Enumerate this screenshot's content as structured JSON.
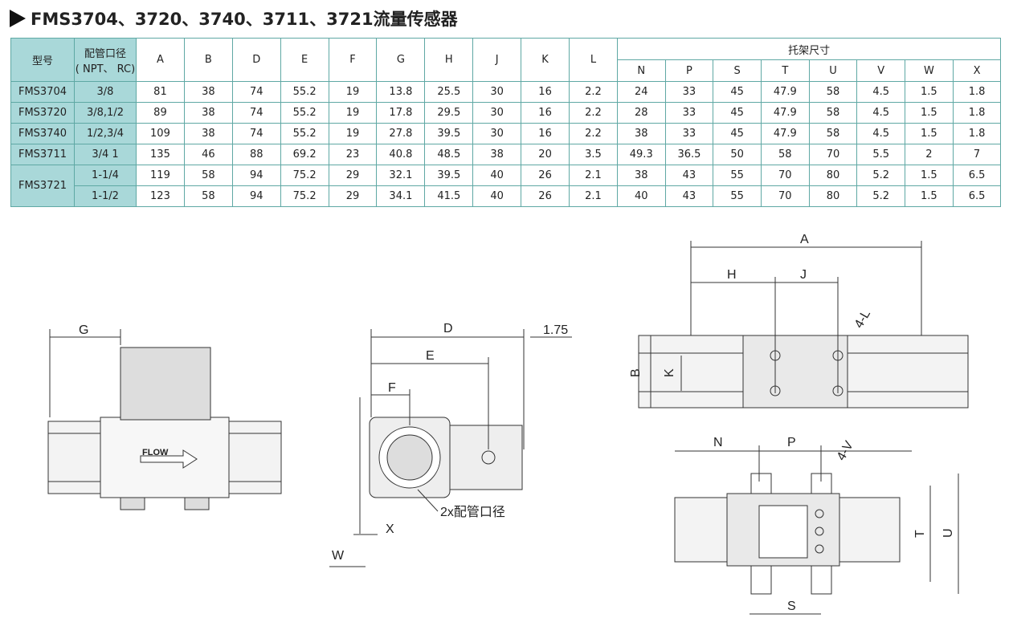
{
  "title": "FMS3704、3720、3740、3711、3721流量传感器",
  "table": {
    "h_model": "型号",
    "h_port": "配管口径",
    "h_port2": "( NPT、 RC)",
    "h_bracket": "托架尺寸",
    "cols": [
      "A",
      "B",
      "D",
      "E",
      "F",
      "G",
      "H",
      "J",
      "K",
      "L"
    ],
    "bcols": [
      "N",
      "P",
      "S",
      "T",
      "U",
      "V",
      "W",
      "X"
    ],
    "rows": [
      {
        "model": "FMS3704",
        "port": "3/8",
        "v": [
          "81",
          "38",
          "74",
          "55.2",
          "19",
          "13.8",
          "25.5",
          "30",
          "16",
          "2.2",
          "24",
          "33",
          "45",
          "47.9",
          "58",
          "4.5",
          "1.5",
          "1.8"
        ]
      },
      {
        "model": "FMS3720",
        "port": "3/8,1/2",
        "v": [
          "89",
          "38",
          "74",
          "55.2",
          "19",
          "17.8",
          "29.5",
          "30",
          "16",
          "2.2",
          "28",
          "33",
          "45",
          "47.9",
          "58",
          "4.5",
          "1.5",
          "1.8"
        ]
      },
      {
        "model": "FMS3740",
        "port": "1/2,3/4",
        "v": [
          "109",
          "38",
          "74",
          "55.2",
          "19",
          "27.8",
          "39.5",
          "30",
          "16",
          "2.2",
          "38",
          "33",
          "45",
          "47.9",
          "58",
          "4.5",
          "1.5",
          "1.8"
        ]
      },
      {
        "model": "FMS3711",
        "port": "3/4 1",
        "v": [
          "135",
          "46",
          "88",
          "69.2",
          "23",
          "40.8",
          "48.5",
          "38",
          "20",
          "3.5",
          "49.3",
          "36.5",
          "50",
          "58",
          "70",
          "5.5",
          "2",
          "7"
        ]
      },
      {
        "model": "FMS3721",
        "port": "1-1/4",
        "v": [
          "119",
          "58",
          "94",
          "75.2",
          "29",
          "32.1",
          "39.5",
          "40",
          "26",
          "2.1",
          "38",
          "43",
          "55",
          "70",
          "80",
          "5.2",
          "1.5",
          "6.5"
        ]
      },
      {
        "model": "",
        "port": "1-1/2",
        "v": [
          "123",
          "58",
          "94",
          "75.2",
          "29",
          "34.1",
          "41.5",
          "40",
          "26",
          "2.1",
          "40",
          "43",
          "55",
          "70",
          "80",
          "5.2",
          "1.5",
          "6.5"
        ]
      }
    ]
  },
  "drawing": {
    "G": "G",
    "flow": "FLOW",
    "D": "D",
    "d175": "1.75",
    "E": "E",
    "F": "F",
    "port": "2x配管口径",
    "X": "X",
    "W": "W",
    "A": "A",
    "H": "H",
    "J": "J",
    "L": "4-L",
    "B": "B",
    "K": "K",
    "N": "N",
    "P": "P",
    "V": "4-V",
    "T": "T",
    "U": "U",
    "S": "S"
  },
  "colors": {
    "header": "#a9d8d9",
    "border": "#5fa8a4"
  }
}
